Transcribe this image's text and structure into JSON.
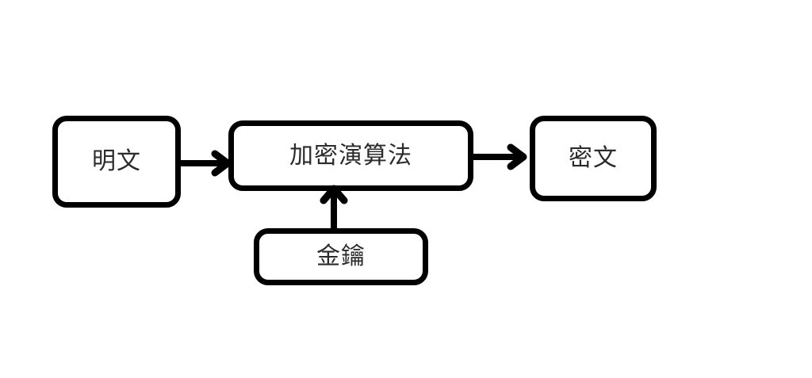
{
  "diagram": {
    "title": "",
    "background_color": "#ffffff",
    "stroke_color": "#000000",
    "text_color": "#2b2b2b",
    "nodes": [
      {
        "id": "plaintext",
        "label": "明文"
      },
      {
        "id": "algorithm",
        "label": "加密演算法"
      },
      {
        "id": "ciphertext",
        "label": "密文"
      },
      {
        "id": "key",
        "label": "金鑰"
      }
    ],
    "edges": [
      {
        "id": "plaintext-to-algorithm",
        "from": "plaintext",
        "to": "algorithm",
        "label": "",
        "direction": "right"
      },
      {
        "id": "algorithm-to-ciphertext",
        "from": "algorithm",
        "to": "ciphertext",
        "label": "",
        "direction": "right"
      },
      {
        "id": "key-to-algorithm",
        "from": "key",
        "to": "algorithm",
        "label": "",
        "direction": "up"
      }
    ]
  }
}
